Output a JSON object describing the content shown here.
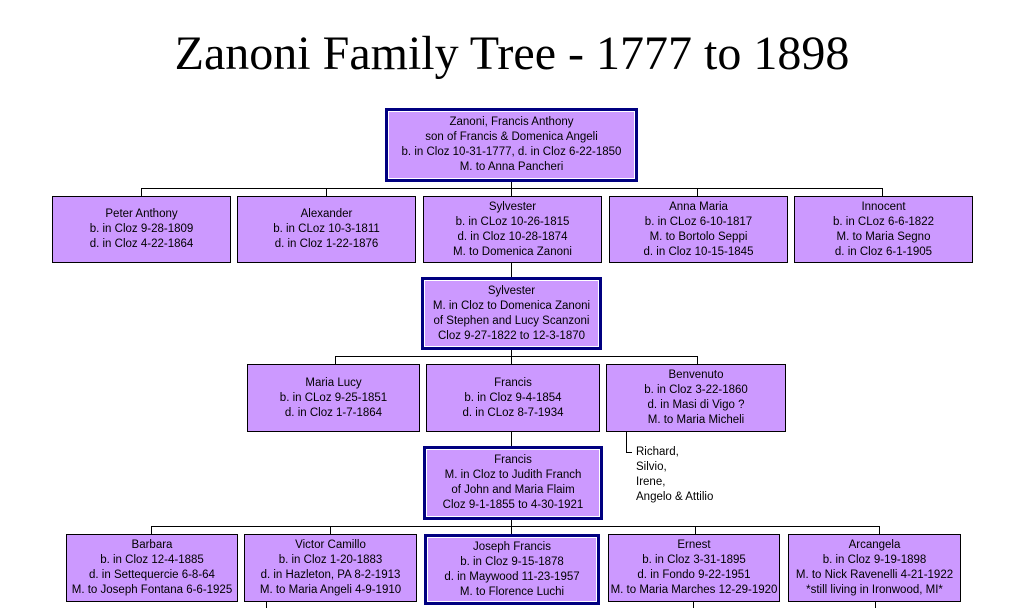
{
  "title": "Zanoni Family Tree - 1777 to 1898",
  "root": [
    "Zanoni, Francis Anthony",
    "son of Francis & Domenica Angeli",
    "b. in Cloz 10-31-1777, d. in Cloz 6-22-1850",
    "M. to Anna Pancheri"
  ],
  "gen1": [
    [
      "Peter Anthony",
      "b. in Cloz 9-28-1809",
      "d. in Cloz 4-22-1864"
    ],
    [
      "Alexander",
      "b. in CLoz 10-3-1811",
      "d. in Cloz 1-22-1876"
    ],
    [
      "Sylvester",
      "b. in CLoz 10-26-1815",
      "d. in Cloz 10-28-1874",
      "M. to Domenica Zanoni"
    ],
    [
      "Anna Maria",
      "b. in CLoz 6-10-1817",
      "M. to Bortolo Seppi",
      "d. in Cloz 10-15-1845"
    ],
    [
      "Innocent",
      "b. in CLoz 6-6-1822",
      "M. to Maria Segno",
      "d. in Cloz 6-1-1905"
    ]
  ],
  "sylvester": [
    "Sylvester",
    "M. in Cloz to Domenica Zanoni",
    "of Stephen and Lucy Scanzoni",
    "Cloz 9-27-1822 to 12-3-1870"
  ],
  "gen2": [
    [
      "Maria Lucy",
      "b. in CLoz 9-25-1851",
      "d. in Cloz 1-7-1864"
    ],
    [
      "Francis",
      "b. in Cloz 9-4-1854",
      "d. in CLoz 8-7-1934"
    ],
    [
      "Benvenuto",
      "b. in Cloz 3-22-1860",
      "d. in Masi di Vigo ?",
      "M. to Maria Micheli"
    ]
  ],
  "benvenuto_children": [
    "Richard,",
    "Silvio,",
    "Irene,",
    "Angelo & Attilio"
  ],
  "francis": [
    "Francis",
    "M. in Cloz to Judith Franch",
    "of John and Maria Flaim",
    "Cloz 9-1-1855 to 4-30-1921"
  ],
  "gen3": [
    [
      "Barbara",
      "b. in Cloz 12-4-1885",
      "d. in Settequercie 6-8-64",
      "M. to Joseph Fontana 6-6-1925"
    ],
    [
      "Victor Camillo",
      "b. in Cloz 1-20-1883",
      "d. in Hazleton, PA 8-2-1913",
      "M. to Maria Angeli 4-9-1910"
    ],
    [
      "Joseph Francis",
      "b. in Cloz 9-15-1878",
      "d. in Maywood 11-23-1957",
      "M. to Florence Luchi"
    ],
    [
      "Ernest",
      "b. in Cloz 3-31-1895",
      "d. in Fondo 9-22-1951",
      "M. to Maria Marches 12-29-1920"
    ],
    [
      "Arcangela",
      "b. in Cloz 9-19-1898",
      "M. to Nick Ravenelli 4-21-1922",
      "*still living in Ironwood, MI*"
    ]
  ],
  "colors": {
    "box_fill": "#cc99ff",
    "focus_border": "#000080",
    "line": "#000000"
  }
}
